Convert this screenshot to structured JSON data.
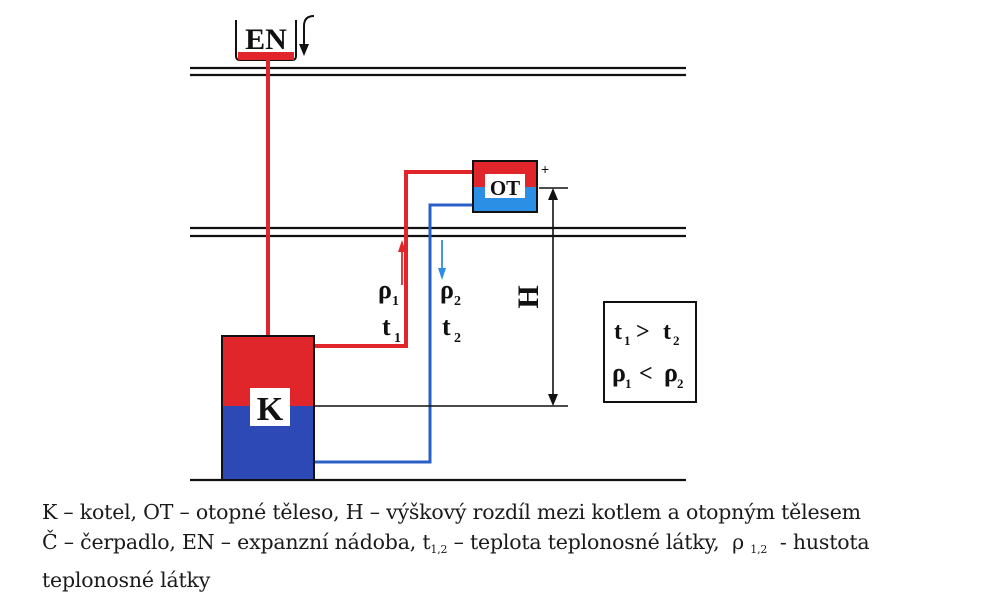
{
  "colors": {
    "hot": "#e0262b",
    "cold": "#2b5fc8",
    "cold_box": "#2c49b5",
    "line": "#111111"
  },
  "labels": {
    "expansion_tank": "EN",
    "radiator": "OT",
    "boiler": "K",
    "height": "H",
    "rho1": "ρ",
    "rho1_sub": "1",
    "t1": "t",
    "t1_sub": "1",
    "rho2": "ρ",
    "rho2_sub": "2",
    "t2": "t",
    "t2_sub": "2"
  },
  "relations": {
    "line1_a": "t",
    "line1_a_sub": "1",
    "line1_op": ">",
    "line1_b": "t",
    "line1_b_sub": "2",
    "line2_a": "ρ",
    "line2_a_sub": "1",
    "line2_op": "<",
    "line2_b": "ρ",
    "line2_b_sub": "2"
  },
  "caption": {
    "line1": "K – kotel, OT – otopné těleso, H – výškový rozdíl mezi kotlem a otopným tělesem",
    "line2_a": "Č – čerpadlo, EN – expanzní nádoba, t",
    "line2_a_sub": "1,2",
    "line2_b": " – teplota teplonosné látky,  ρ ",
    "line2_b_sub": "1,2",
    "line2_c": "  - hustota",
    "line3": "teplonosné látky"
  }
}
